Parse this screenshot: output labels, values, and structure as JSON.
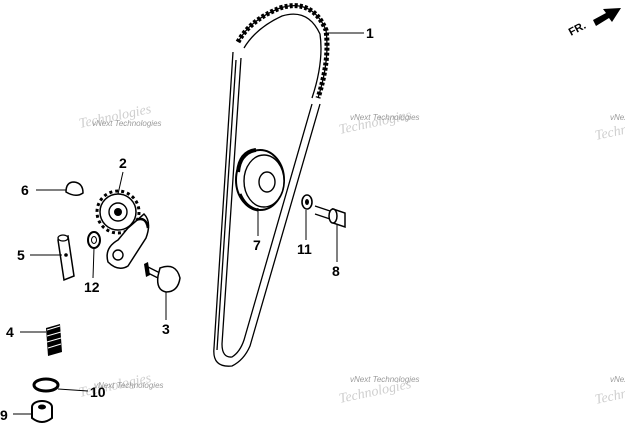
{
  "direction_marker": {
    "text": "FR.",
    "icon": "arrow-icon"
  },
  "watermark": {
    "small_text": "vNext Technologies",
    "large_text": "Technologies"
  },
  "callouts": [
    {
      "id": "1",
      "label": "1",
      "part": "cam-chain"
    },
    {
      "id": "2",
      "label": "2",
      "part": "tensioner-sprocket"
    },
    {
      "id": "3",
      "label": "3",
      "part": "tensioner-bolt"
    },
    {
      "id": "4",
      "label": "4",
      "part": "tensioner-spring"
    },
    {
      "id": "5",
      "label": "5",
      "part": "tensioner-pin"
    },
    {
      "id": "6",
      "label": "6",
      "part": "cap"
    },
    {
      "id": "7",
      "label": "7",
      "part": "guide-roller"
    },
    {
      "id": "8",
      "label": "8",
      "part": "roller-bolt"
    },
    {
      "id": "9",
      "label": "9",
      "part": "sealing-bolt"
    },
    {
      "id": "10",
      "label": "10",
      "part": "sealing-washer"
    },
    {
      "id": "11",
      "label": "11",
      "part": "washer"
    },
    {
      "id": "12",
      "label": "12",
      "part": "washer-small"
    }
  ]
}
